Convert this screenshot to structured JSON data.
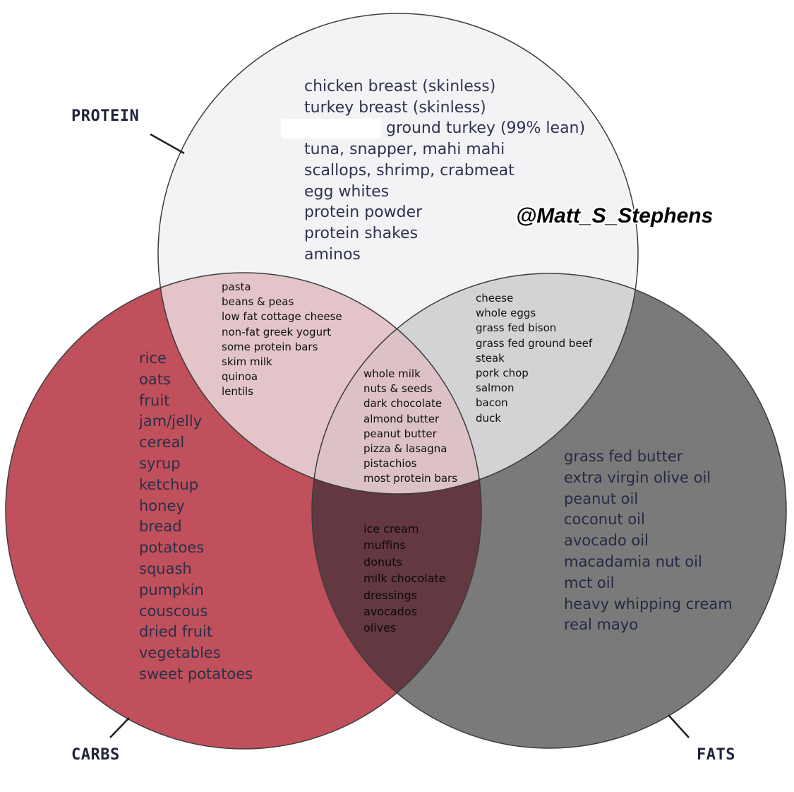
{
  "labels": {
    "protein": "PROTEIN",
    "carbs": "CARBS",
    "fats": "FATS"
  },
  "watermark": "@Matt_S_Stephens",
  "colors": {
    "protein_circle": "#f3f3f5",
    "carbs_circle": "#c0505c",
    "fats_circle": "#7a7a7a",
    "protein_carbs_overlap": "#e2c4c9",
    "protein_fats_overlap": "#d3d3d6",
    "all_three_overlap": "#dcc2c6",
    "carbs_fats_overlap": "#633840",
    "outline": "#3d3d3d"
  },
  "sets": {
    "protein": [
      "chicken breast (skinless)",
      "turkey breast (skinless)",
      "ground turkey (99% lean)",
      "tuna, snapper, mahi mahi",
      "scallops, shrimp, crabmeat",
      "egg whites",
      "protein powder",
      "protein shakes",
      "aminos"
    ],
    "carbs": [
      "rice",
      "oats",
      "fruit",
      "jam/jelly",
      "cereal",
      "syrup",
      "ketchup",
      "honey",
      "bread",
      "potatoes",
      "squash",
      "pumpkin",
      "couscous",
      "dried fruit",
      "vegetables",
      "sweet potatoes"
    ],
    "fats": [
      "grass fed butter",
      "extra virgin olive oil",
      "peanut oil",
      "coconut oil",
      "avocado oil",
      "macadamia nut oil",
      "mct oil",
      "heavy whipping cream",
      "real mayo"
    ],
    "protein_carbs": [
      "pasta",
      "beans & peas",
      "low fat cottage cheese",
      "non-fat greek yogurt",
      "some protein bars",
      "skim milk",
      "quinoa",
      "lentils"
    ],
    "protein_fats": [
      "cheese",
      "whole eggs",
      "grass fed bison",
      "grass fed ground beef",
      "steak",
      "pork chop",
      "salmon",
      "bacon",
      "duck"
    ],
    "all_three": [
      "whole milk",
      "nuts & seeds",
      "dark chocolate",
      "almond butter",
      "peanut butter",
      "pizza & lasagna",
      "pistachios",
      "most protein bars"
    ],
    "carbs_fats": [
      "ice cream",
      "muffins",
      "donuts",
      "milk chocolate",
      "dressings",
      "avocados",
      "olives"
    ]
  }
}
